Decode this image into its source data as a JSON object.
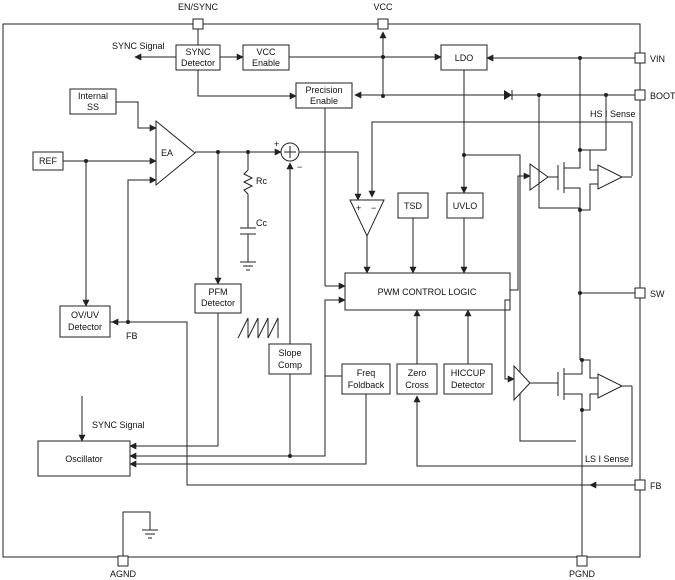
{
  "pins": {
    "en_sync": "EN/SYNC",
    "vcc": "VCC",
    "vin": "VIN",
    "boot": "BOOT",
    "sw": "SW",
    "fb": "FB",
    "agnd": "AGND",
    "pgnd": "PGND"
  },
  "blocks": {
    "sync_detector": [
      "SYNC",
      "Detector"
    ],
    "vcc_enable": [
      "VCC",
      "Enable"
    ],
    "ldo": "LDO",
    "precision_enable": [
      "Precision",
      "Enable"
    ],
    "internal_ss": [
      "Internal",
      "SS"
    ],
    "ref": "REF",
    "ea": "EA",
    "tsd": "TSD",
    "uvlo": "UVLO",
    "pwm_logic": "PWM CONTROL LOGIC",
    "pfm_detector": [
      "PFM",
      "Detector"
    ],
    "ovuv_detector": [
      "OV/UV",
      "Detector"
    ],
    "slope_comp": [
      "Slope",
      "Comp"
    ],
    "freq_foldback": [
      "Freq",
      "Foldback"
    ],
    "zero_cross": [
      "Zero",
      "Cross"
    ],
    "hiccup_detector": [
      "HICCUP",
      "Detector"
    ],
    "oscillator": "Oscillator"
  },
  "labels": {
    "sync_signal_top": "SYNC Signal",
    "sync_signal_bottom": "SYNC Signal",
    "hs_sense": "HS I Sense",
    "ls_sense": "LS I Sense",
    "rc": "Rc",
    "cc": "Cc",
    "fb_internal": "FB",
    "plus": "+",
    "minus": "−",
    "amp_plus": "+",
    "amp_minus": "−"
  }
}
